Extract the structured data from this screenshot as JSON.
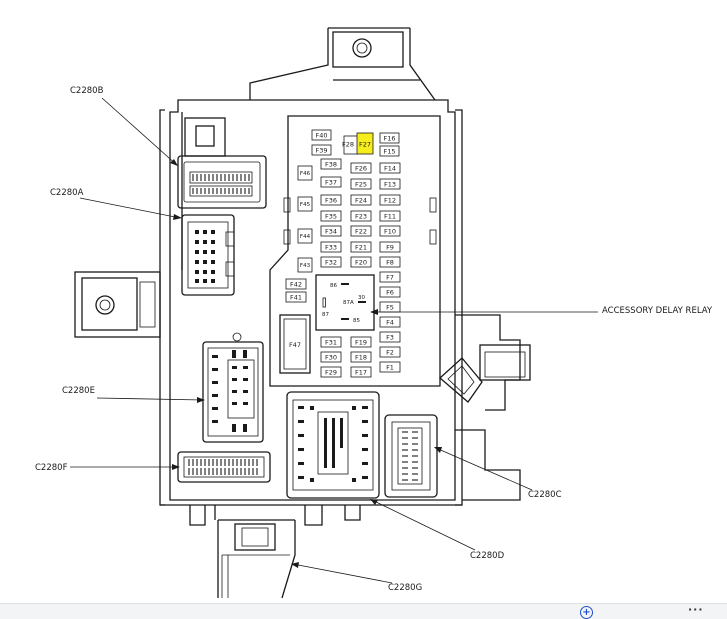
{
  "callouts": {
    "c2280b": "C2280B",
    "c2280a": "C2280A",
    "c2280e": "C2280E",
    "c2280f": "C2280F",
    "c2280c": "C2280C",
    "c2280d": "C2280D",
    "c2280g": "C2280G",
    "accessory_delay_relay": "ACCESSORY DELAY RELAY"
  },
  "fuses_top": {
    "f40": "F40",
    "f39": "F39",
    "f28": "F28",
    "f27": "F27",
    "f16": "F16",
    "f15": "F15"
  },
  "fuses_left": [
    "F38",
    "F37",
    "F36",
    "F35",
    "F34",
    "F33",
    "F32"
  ],
  "fuses_mid": [
    "F26",
    "F25",
    "F24",
    "F23",
    "F22",
    "F21",
    "F20"
  ],
  "fuses_right": [
    "F14",
    "F13",
    "F12",
    "F11",
    "F10",
    "F9",
    "F8",
    "F7",
    "F6",
    "F5",
    "F4",
    "F3",
    "F2",
    "F1"
  ],
  "fuses_side": {
    "f46": "F46",
    "f45": "F45",
    "f44": "F44",
    "f43": "F43",
    "f42": "F42",
    "f41": "F41",
    "f47": "F47"
  },
  "fuses_lower_left": [
    "F31",
    "F30",
    "F29"
  ],
  "fuses_lower_mid": [
    "F19",
    "F18",
    "F17"
  ],
  "relay_pins": {
    "p86": "86",
    "p30": "30",
    "p87a": "87A",
    "p87": "87",
    "p85": "85"
  },
  "highlight_color": "#f6ee1c"
}
